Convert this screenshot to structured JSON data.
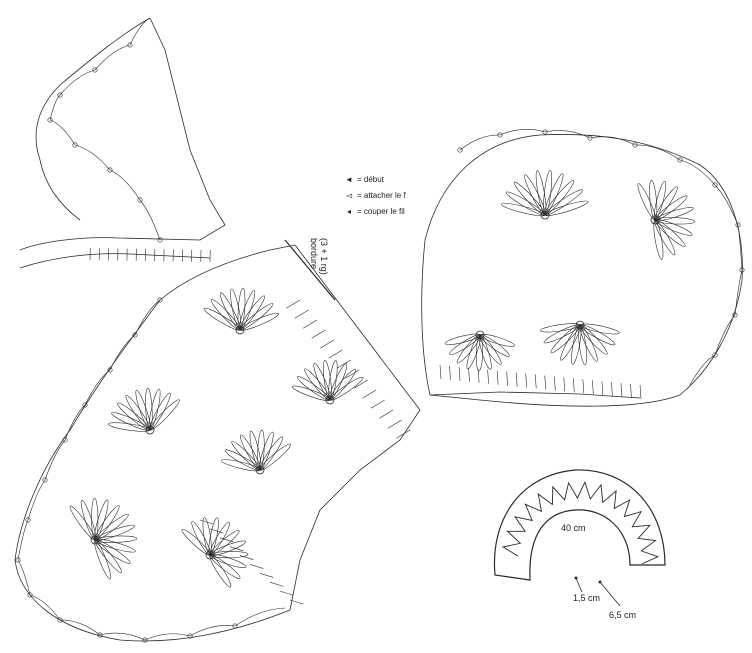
{
  "legend": {
    "start": {
      "symbol": "◄",
      "label": "= début"
    },
    "attach": {
      "symbol": "◅",
      "label": "= attacher le f"
    },
    "cut": {
      "symbol": "◂",
      "label": "= couper le fil"
    }
  },
  "border_label": {
    "word": "bordure",
    "count": "(3 + 1 rg)"
  },
  "measurements": {
    "inner": "40 cm",
    "band": "1,5 cm",
    "outer": "6,5 cm"
  },
  "colors": {
    "ink": "#2a2a2a",
    "paper": "#ffffff"
  }
}
